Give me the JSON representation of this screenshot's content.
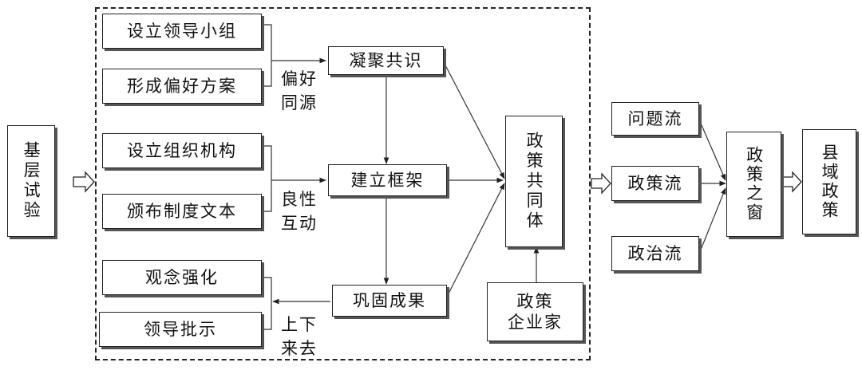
{
  "diagram": {
    "left_box": "基层试验",
    "subtasks": [
      "设立领导小组",
      "形成偏好方案",
      "设立组织机构",
      "颁布制度文本",
      "观念强化",
      "领导批示"
    ],
    "stages": [
      "凝聚共识",
      "建立框架",
      "巩固成果"
    ],
    "connector_labels": [
      [
        "偏好",
        "同源"
      ],
      [
        "良性",
        "互动"
      ],
      [
        "上下",
        "来去"
      ]
    ],
    "community": "政策共同体",
    "entrepreneur": [
      "政策",
      "企业家"
    ],
    "streams": [
      "问题流",
      "政策流",
      "政治流"
    ],
    "window": "政策之窗",
    "result": "县域政策"
  }
}
